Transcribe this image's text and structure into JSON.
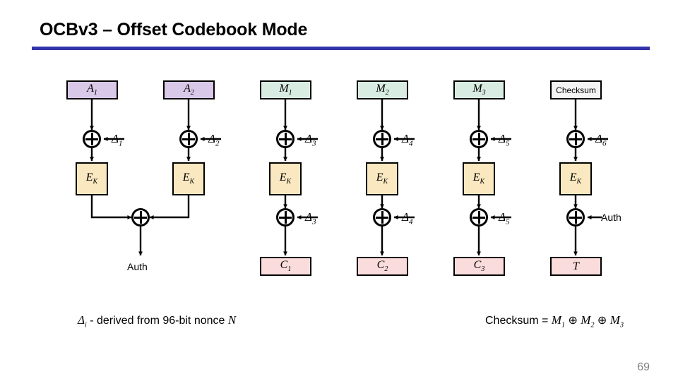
{
  "slide": {
    "title": "OCBv3 – Offset Codebook Mode",
    "page_number": "69",
    "rule_color": "#3333aa"
  },
  "colors": {
    "ad_block": "#d9c8e8",
    "message_block": "#d8ece2",
    "ciphertext_block": "#fadcdc",
    "cipher_function": "#fae8c0",
    "checksum_block": "#f4f4f4",
    "stroke": "#000000",
    "page_number": "#808080"
  },
  "diagram": {
    "type": "authenticated-encryption-dataflow",
    "columns": [
      {
        "id": "ad1",
        "kind": "associated-data",
        "top_label": "A",
        "top_sub": "1",
        "top_style": "ad",
        "offset_in": "Δ",
        "offset_in_sub": "1",
        "cipher_label": "E",
        "cipher_sub": "K",
        "offset_out": null,
        "offset_out_sub": null,
        "bottom_label": null,
        "bottom_sub": null,
        "bottom_style": null
      },
      {
        "id": "ad2",
        "kind": "associated-data",
        "top_label": "A",
        "top_sub": "2",
        "top_style": "ad",
        "offset_in": "Δ",
        "offset_in_sub": "2",
        "cipher_label": "E",
        "cipher_sub": "K",
        "offset_out": null,
        "offset_out_sub": null,
        "bottom_label": null,
        "bottom_sub": null,
        "bottom_style": null
      },
      {
        "id": "msg1",
        "kind": "message",
        "top_label": "M",
        "top_sub": "1",
        "top_style": "msg",
        "offset_in": "Δ",
        "offset_in_sub": "3",
        "cipher_label": "E",
        "cipher_sub": "K",
        "offset_out": "Δ",
        "offset_out_sub": "3",
        "bottom_label": "C",
        "bottom_sub": "1",
        "bottom_style": "cipher"
      },
      {
        "id": "msg2",
        "kind": "message",
        "top_label": "M",
        "top_sub": "2",
        "top_style": "msg",
        "offset_in": "Δ",
        "offset_in_sub": "4",
        "cipher_label": "E",
        "cipher_sub": "K",
        "offset_out": "Δ",
        "offset_out_sub": "4",
        "bottom_label": "C",
        "bottom_sub": "2",
        "bottom_style": "cipher"
      },
      {
        "id": "msg3",
        "kind": "message",
        "top_label": "M",
        "top_sub": "3",
        "top_style": "msg",
        "offset_in": "Δ",
        "offset_in_sub": "5",
        "cipher_label": "E",
        "cipher_sub": "K",
        "offset_out": "Δ",
        "offset_out_sub": "5",
        "bottom_label": "C",
        "bottom_sub": "3",
        "bottom_style": "cipher"
      },
      {
        "id": "checksum",
        "kind": "checksum",
        "top_label": "Checksum",
        "top_sub": null,
        "top_style": "plain",
        "offset_in": "Δ",
        "offset_in_sub": "6",
        "cipher_label": "E",
        "cipher_sub": "K",
        "offset_out": "Auth",
        "offset_out_sub": null,
        "bottom_label": "T",
        "bottom_sub": null,
        "bottom_style": "cipher"
      }
    ],
    "auth_merge_output": "Auth"
  },
  "footnotes": {
    "left": {
      "symbol": "Δ",
      "symbol_sub": "i",
      "text": " - derived from 96-bit nonce ",
      "trailing_var": "N"
    },
    "right": {
      "prefix": "Checksum = ",
      "terms": [
        "M",
        "M",
        "M"
      ],
      "term_subs": [
        "1",
        "2",
        "3"
      ],
      "operator": "⊕"
    }
  }
}
